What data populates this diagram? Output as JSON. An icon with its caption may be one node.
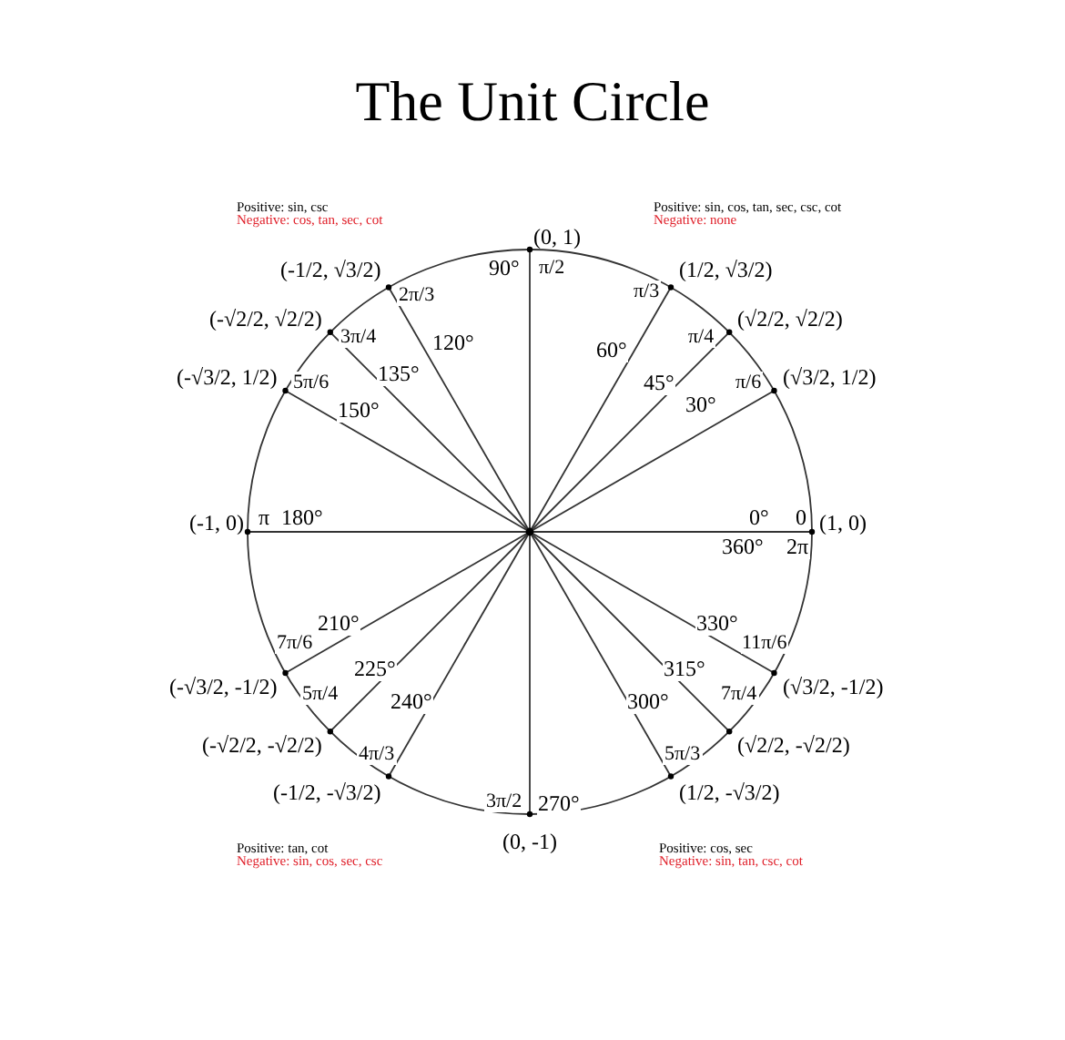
{
  "diagram": {
    "title": "The Unit Circle",
    "labels": [
      "Positive: sin, csc",
      "Negative: cos, tan, sec, cot",
      "Positive: sin, cos, tan, sec, csc, cot",
      "Negative: none",
      "(0, 1)",
      "90°",
      "π/2",
      "(-1/2, √3/2)",
      "2π/3",
      "120°",
      "(1/2, √3/2)",
      "π/3",
      "60°",
      "(-√2/2, √2/2)",
      "3π/4",
      "135°",
      "(√2/2, √2/2)",
      "π/4",
      "45°",
      "(-√3/2, 1/2)",
      "5π/6",
      "150°",
      "(√3/2, 1/2)",
      "π/6",
      "30°",
      "(-1, 0)",
      "π",
      "180°",
      "0°",
      "0",
      "(1, 0)",
      "360°",
      "2π",
      "7π/6",
      "210°",
      "(-√3/2, -1/2)",
      "330°",
      "11π/6",
      "(√3/2, -1/2)",
      "225°",
      "5π/4",
      "(-√2/2, -√2/2)",
      "315°",
      "7π/4",
      "(√2/2, -√2/2)",
      "240°",
      "4π/3",
      "(-1/2, -√3/2)",
      "300°",
      "5π/3",
      "(1/2, -√3/2)",
      "3π/2",
      "270°",
      "(0, -1)",
      "Positive: tan, cot",
      "Negative: sin, cos, sec, csc",
      "Positive: cos, sec",
      "Negative: sin, tan, csc, cot"
    ]
  }
}
